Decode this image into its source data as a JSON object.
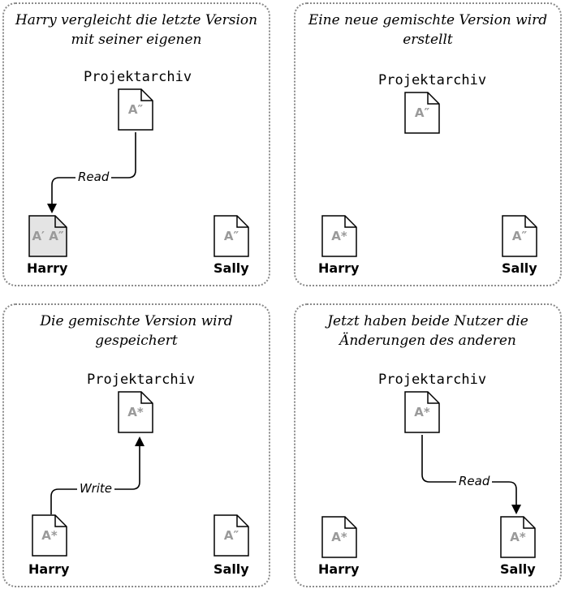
{
  "repository_label": "Projektarchiv",
  "panels": [
    {
      "title": "Harry vergleicht die letzte Version mit seiner eigenen",
      "repo_doc": "A″",
      "harry_doc": "A′ A″",
      "sally_doc": "A″",
      "arrow_label": "Read",
      "harry": "Harry",
      "sally": "Sally"
    },
    {
      "title": "Eine neue gemischte Version wird erstellt",
      "repo_doc": "A″",
      "harry_doc": "A*",
      "sally_doc": "A″",
      "harry": "Harry",
      "sally": "Sally"
    },
    {
      "title": "Die gemischte Version wird gespeichert",
      "repo_doc": "A*",
      "harry_doc": "A*",
      "sally_doc": "A″",
      "arrow_label": "Write",
      "harry": "Harry",
      "sally": "Sally"
    },
    {
      "title": "Jetzt haben beide Nutzer die Änderungen des anderen",
      "repo_doc": "A*",
      "harry_doc": "A*",
      "sally_doc": "A*",
      "arrow_label": "Read",
      "harry": "Harry",
      "sally": "Sally"
    }
  ]
}
